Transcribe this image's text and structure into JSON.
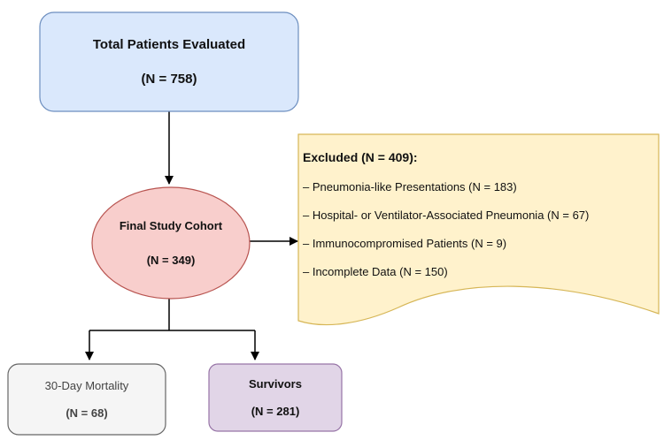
{
  "nodes": {
    "total": {
      "title": "Total Patients Evaluated",
      "count": "(N = 758)",
      "fill": "#dae8fc",
      "stroke": "#6c8ebf"
    },
    "cohort": {
      "title": "Final Study Cohort",
      "count": "(N = 349)",
      "fill": "#f8cecc",
      "stroke": "#b85450"
    },
    "mortality": {
      "title": "30-Day Mortality",
      "count": "(N = 68)",
      "fill": "#f5f5f5",
      "stroke": "#666666"
    },
    "survivors": {
      "title": "Survivors",
      "count": "(N = 281)",
      "fill": "#e1d5e7",
      "stroke": "#9673a6"
    }
  },
  "excluded": {
    "title": "Excluded (N = 409):",
    "fill": "#fff2cc",
    "stroke": "#d6b656",
    "items": [
      "– Pneumonia-like Presentations (N = 183)",
      "– Hospital- or Ventilator-Associated Pneumonia (N = 67)",
      "– Immunocompromised Patients (N = 9)",
      "– Incomplete Data (N = 150)"
    ]
  }
}
